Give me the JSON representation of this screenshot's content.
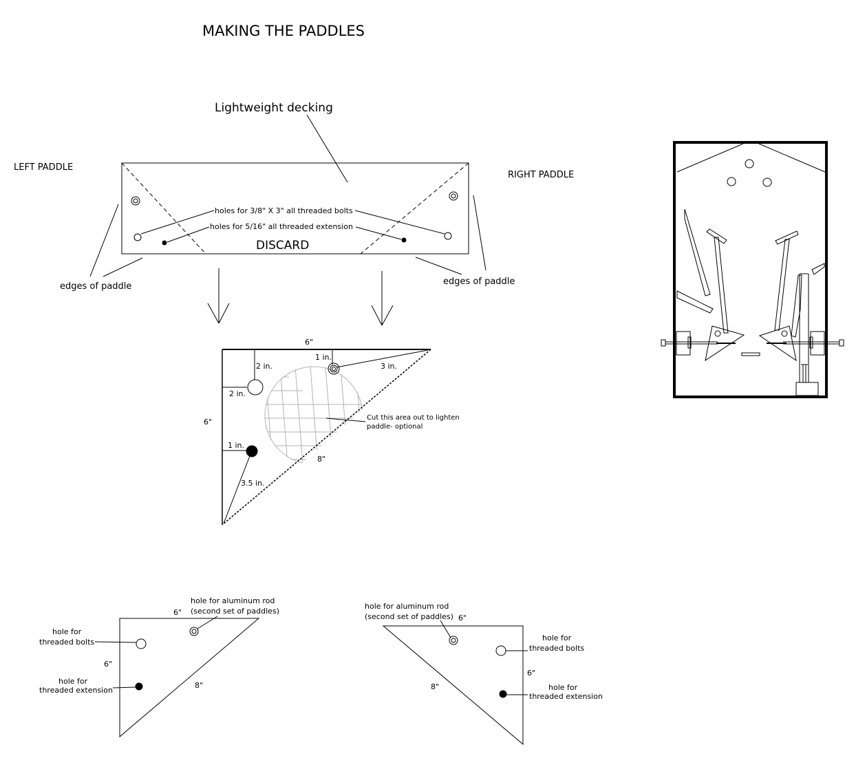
{
  "title": "MAKING THE PADDLES",
  "decking": {
    "material_label": "Lightweight decking",
    "left_label": "LEFT PADDLE",
    "right_label": "RIGHT PADDLE",
    "bolt_holes_label": "holes for 3/8\" X 3\" all threaded bolts",
    "extension_holes_label": "holes for 5/16\" all threaded extension",
    "discard_label": "DISCARD",
    "edges_left": "edges of paddle",
    "edges_right": "edges of paddle"
  },
  "template": {
    "top": "6\"",
    "side": "6\"",
    "hyp": "8\"",
    "d_rod_top": "1 in.",
    "d_rod_corner": "3 in.",
    "d_bolt_top": "2 in.",
    "d_bolt_side": "2 in.",
    "d_ext_side": "1 in.",
    "d_ext_corner": "3.5 in.",
    "cutout_line1": "Cut this area out to lighten",
    "cutout_line2": "paddle- optional"
  },
  "left_final": {
    "rod_line1": "hole for aluminum rod",
    "rod_line2": "(second set of paddles)",
    "top": "6\"",
    "side": "6\"",
    "hyp": "8\"",
    "bolts_line1": "hole for",
    "bolts_line2": "threaded bolts",
    "ext_line1": "hole for",
    "ext_line2": "threaded extension"
  },
  "right_final": {
    "rod_line1": "hole for aluminum rod",
    "rod_line2": "(second set of paddles)",
    "top": "6\"",
    "side": "6\"",
    "hyp": "8\"",
    "bolts_line1": "hole for",
    "bolts_line2": "threaded bolts",
    "ext_line1": "hole for",
    "ext_line2": "threaded extension"
  }
}
